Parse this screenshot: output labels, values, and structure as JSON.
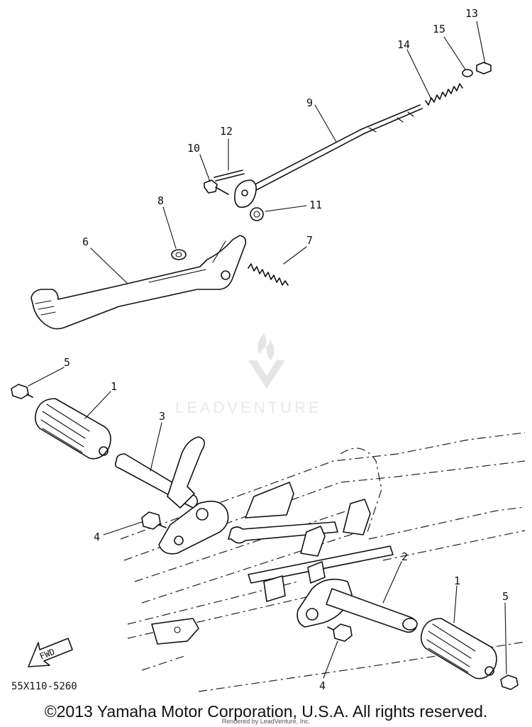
{
  "diagram": {
    "callouts": [
      "1",
      "1",
      "2",
      "3",
      "4",
      "4",
      "5",
      "5",
      "6",
      "7",
      "8",
      "9",
      "10",
      "11",
      "12",
      "13",
      "14",
      "15"
    ],
    "fwd_label": "FWD",
    "diagram_code": "55X110-5260"
  },
  "watermark": {
    "brand": "LEADVENTURE"
  },
  "footer": {
    "copyright": "©2013 Yamaha Motor Corporation, U.S.A. All rights reserved.",
    "rendered_by": "Rendered by LeadVenture, Inc."
  }
}
